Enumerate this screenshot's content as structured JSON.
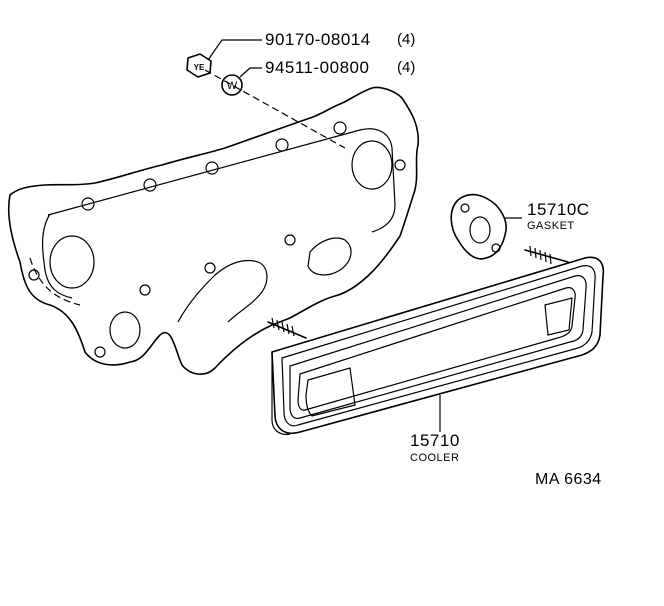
{
  "callouts": {
    "nut": {
      "part_number": "90170-08014",
      "qty": "(4)",
      "symbol": "YE"
    },
    "washer": {
      "part_number": "94511-00800",
      "qty": "(4)",
      "symbol": "W"
    },
    "gasket": {
      "part_number": "15710C",
      "name": "GASKET"
    },
    "cooler": {
      "part_number": "15710",
      "name": "COOLER"
    }
  },
  "diagram_code": "MA 6634"
}
